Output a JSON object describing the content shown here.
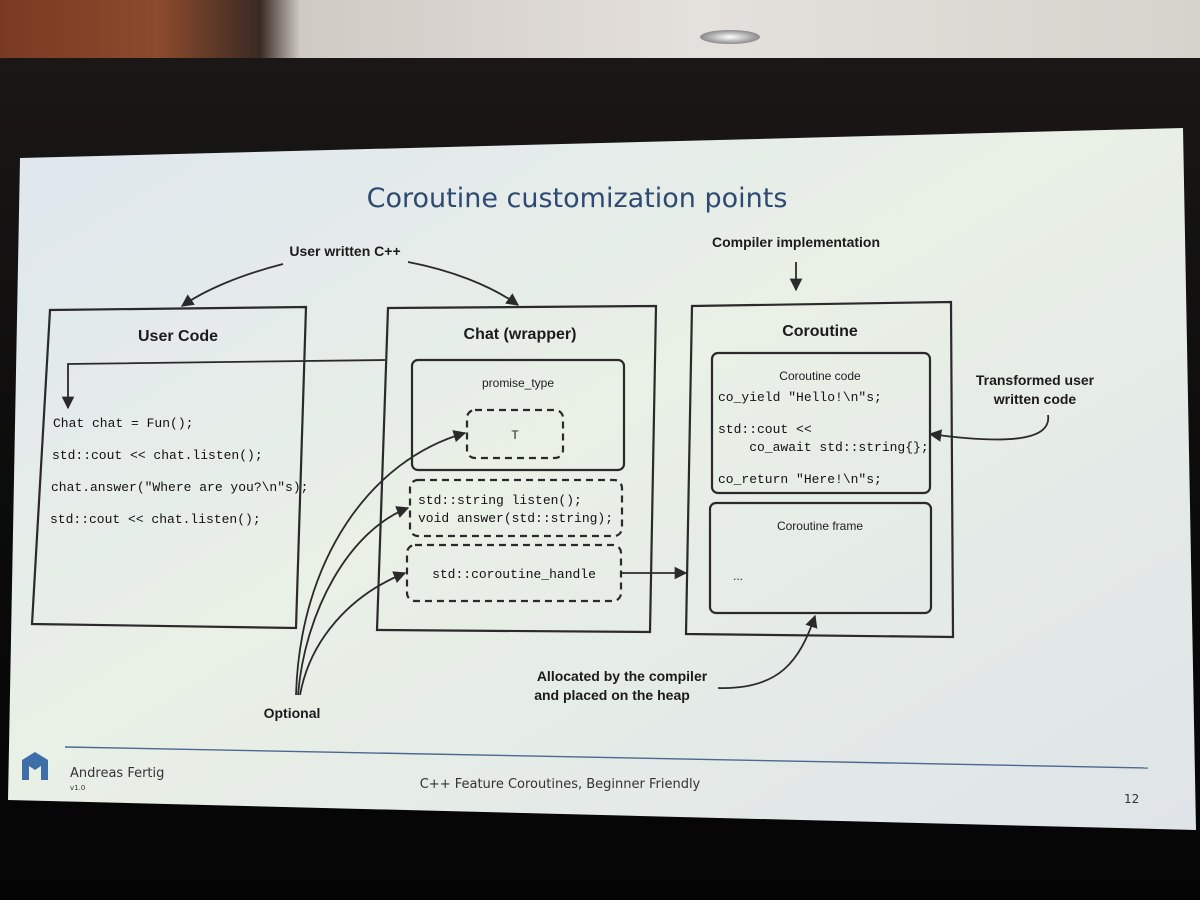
{
  "slide": {
    "title": "Coroutine customization points",
    "labels": {
      "user_written": "User written C++",
      "compiler_impl": "Compiler implementation",
      "transformed_line1": "Transformed user",
      "transformed_line2": "written code",
      "optional": "Optional",
      "allocated_line1": "Allocated by the compiler",
      "allocated_line2": "and placed on the heap"
    },
    "user_code": {
      "heading": "User Code",
      "lines": [
        "Chat chat = Fun();",
        "std::cout << chat.listen();",
        "chat.answer(\"Where are you?\\n\"s);",
        "std::cout << chat.listen();"
      ]
    },
    "chat": {
      "heading": "Chat (wrapper)",
      "promise_label": "promise_type",
      "promise_t": "T",
      "methods": [
        "std::string listen();",
        "void answer(std::string);"
      ],
      "handle": "std::coroutine_handle"
    },
    "coroutine": {
      "heading": "Coroutine",
      "code_label": "Coroutine code",
      "code_lines": [
        "co_yield \"Hello!\\n\"s;",
        "std::cout <<",
        "    co_await std::string{};",
        "co_return \"Here!\\n\"s;"
      ],
      "frame_label": "Coroutine frame",
      "frame_ellipsis": "..."
    },
    "footer": {
      "author": "Andreas Fertig",
      "version": "v1.0",
      "center": "C++ Feature Coroutines, Beginner Friendly",
      "page": "12"
    }
  }
}
